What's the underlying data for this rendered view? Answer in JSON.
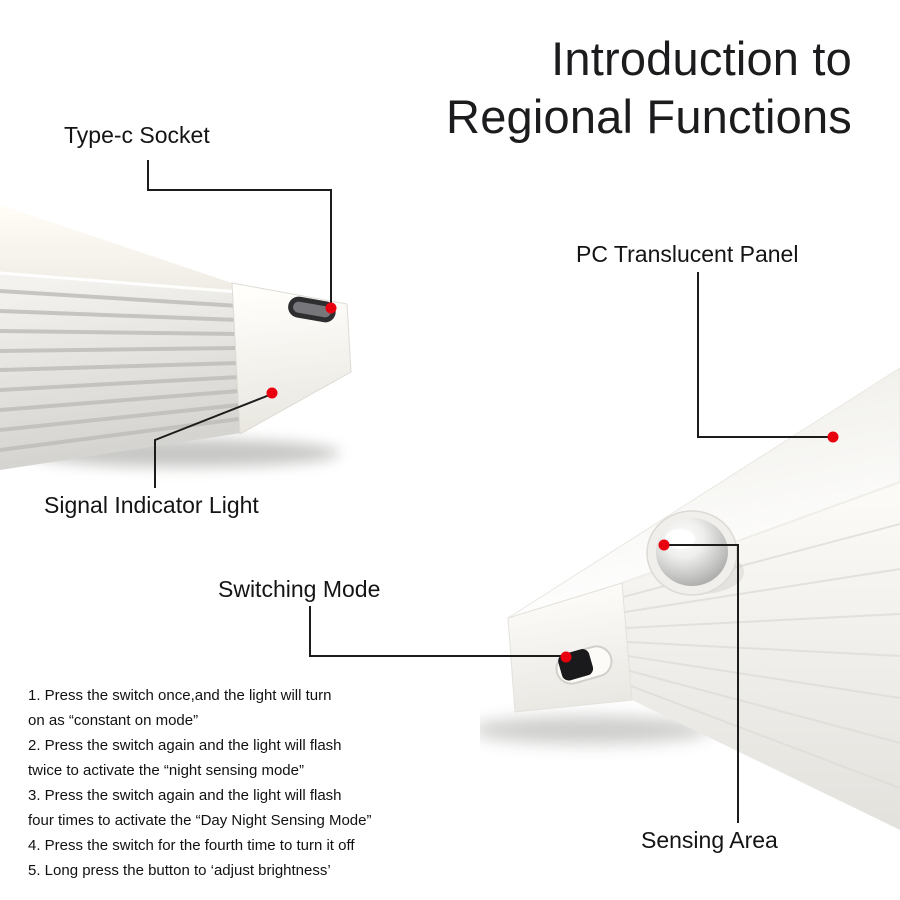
{
  "title": {
    "line1": "Introduction to",
    "line2": "Regional Functions"
  },
  "callouts": {
    "type_c_socket": {
      "label": "Type-c Socket"
    },
    "pc_translucent_panel": {
      "label": "PC Translucent Panel"
    },
    "signal_indicator_light": {
      "label": "Signal Indicator Light"
    },
    "switching_mode": {
      "label": "Switching Mode"
    },
    "sensing_area": {
      "label": "Sensing Area"
    }
  },
  "instructions": {
    "lines": [
      "1. Press the switch once,and the light will turn",
      "on as “constant on mode”",
      "2. Press the switch again and the light will flash",
      "twice to activate the “night sensing mode”",
      "3. Press the switch again and the light will flash",
      "four times to activate the “Day Night Sensing Mode”",
      "4. Press the switch for the fourth time to turn it off",
      "5. Long press the button to ‘adjust brightness’"
    ]
  },
  "colors": {
    "accent_red": "#e8000f",
    "line": "#1c1c1c",
    "title_text": "#1c1c1e",
    "body_text": "#141414"
  }
}
